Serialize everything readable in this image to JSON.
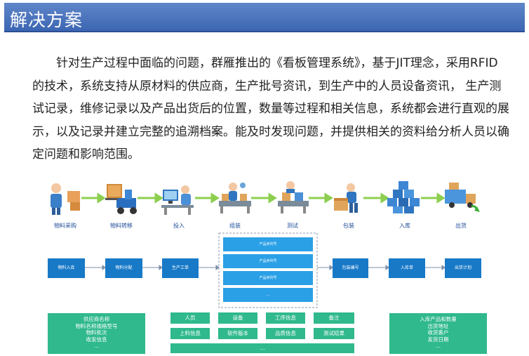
{
  "header": {
    "title": "解决方案"
  },
  "paragraph": "针对生产过程中面临的问题，群雁推出的《看板管理系统》，基于JIT理念，采用RFID的技术，系统支持从原材料的供应商，生产批号资讯，到生产中的人员设备资讯， 生产测试记录，维修记录以及产品出货后的位置，数量等过程和相关信息，系统都会进行直观的展示，以及记录并建立完整的追溯档案。能及时发现问题，并提供相关的资料给分析人员以确定问题和影响范围。",
  "stages": [
    "物料采购",
    "物料转移",
    "投入",
    "组装",
    "测试",
    "包装",
    "入库",
    "出货"
  ],
  "process_boxes": {
    "left": [
      "物料入库",
      "物料分配",
      "生产工单"
    ],
    "right": [
      "包装编号",
      "入库单",
      "出货计划"
    ]
  },
  "serial_boxes": [
    "产品序列号",
    "产品序列号",
    "产品序列号",
    "..."
  ],
  "left_info": [
    "供应商名称",
    "物料名称规格型号",
    "物料批次",
    "收发信息",
    "..."
  ],
  "right_info": [
    "入库产品和数量",
    "出货地址",
    "收货客户",
    "发货日期",
    "..."
  ],
  "center_grid": {
    "row1": [
      "人员",
      "设备",
      "工序信息",
      "备注"
    ],
    "row2": [
      "上料信息",
      "软件版本",
      "品质信息",
      "测试结果"
    ],
    "more": "..."
  },
  "icons": [
    "worker-scanner-icon",
    "forklift-icon",
    "computer-operator-icon",
    "assembly-icon",
    "testing-icon",
    "packing-icon",
    "warehouse-boxes-icon",
    "delivery-truck-icon"
  ],
  "colors": {
    "header": "#3c66b3",
    "arrow": "#8ccf4f",
    "process_box": "#1879c7",
    "serial_box": "#2aa0e6",
    "info_box": "#2fb98c"
  }
}
